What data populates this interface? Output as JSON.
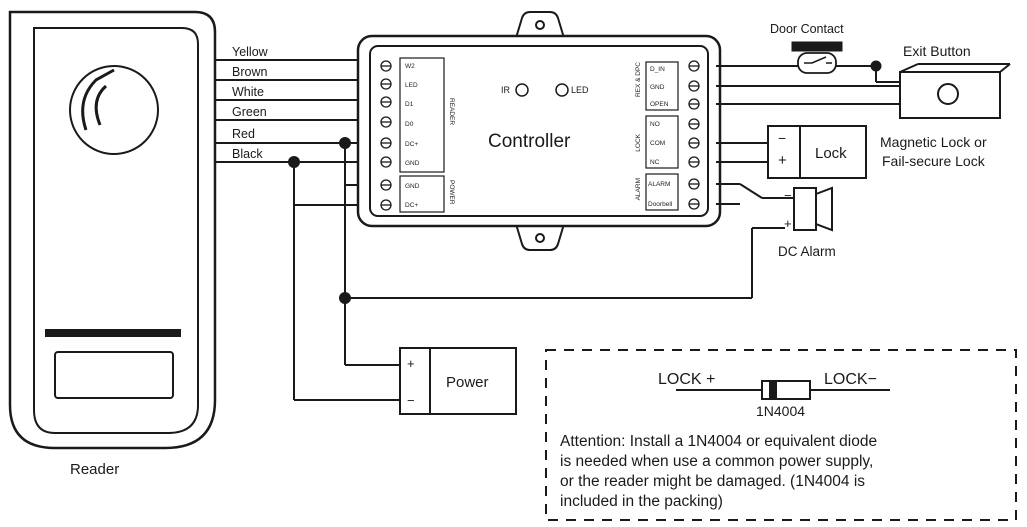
{
  "reader": {
    "label": "Reader"
  },
  "wires": [
    "Yellow",
    "Brown",
    "White",
    "Green",
    "Red",
    "Black"
  ],
  "controller": {
    "title": "Controller",
    "ir_label": "IR",
    "led_label": "LED",
    "reader_terminals": [
      "W2",
      "LED",
      "D1",
      "D0",
      "DC+",
      "GND"
    ],
    "power_terminals": [
      "GND",
      "DC+"
    ],
    "reader_group_label": "READER",
    "power_group_label": "POWER",
    "rex_terminals": [
      "D_IN",
      "GND",
      "OPEN"
    ],
    "lock_terminals": [
      "NO",
      "COM",
      "NC"
    ],
    "alarm_terminals": [
      "ALARM",
      "Doorbell"
    ],
    "rex_group_label": "REX & DPC",
    "lock_group_label": "LOCK",
    "alarm_group_label": "ALARM"
  },
  "door_contact": {
    "label": "Door Contact"
  },
  "exit_button": {
    "label": "Exit Button"
  },
  "lock": {
    "label": "Lock",
    "minus": "−",
    "plus": "+",
    "caption_line1": "Magnetic Lock or",
    "caption_line2": "Fail-secure Lock"
  },
  "alarm": {
    "label": "DC Alarm",
    "minus": "−",
    "plus": "+"
  },
  "power": {
    "label": "Power",
    "plus": "+",
    "minus": "−"
  },
  "note": {
    "lock_plus": "LOCK +",
    "lock_minus": "LOCK−",
    "diode_label": "1N4004",
    "lines": [
      "Attention: Install a 1N4004 or equivalent diode",
      "is needed when use a common power supply,",
      "or the reader might be damaged. (1N4004 is",
      "included in the packing)"
    ]
  }
}
